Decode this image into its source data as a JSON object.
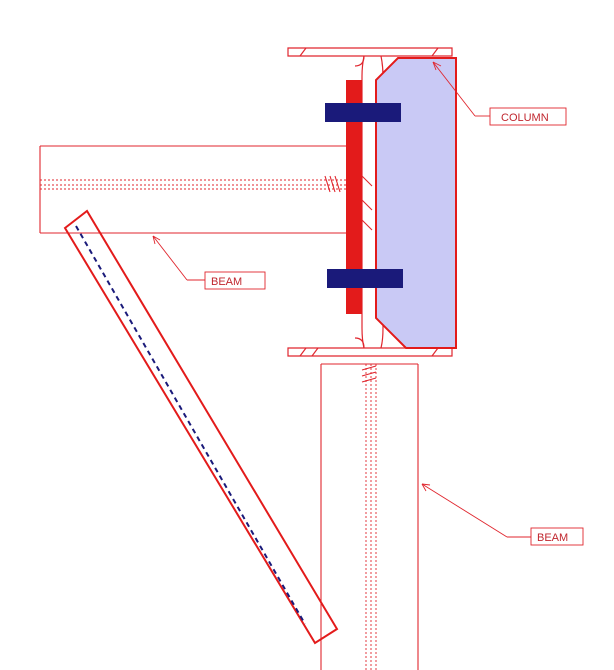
{
  "labels": {
    "column": "COLUMN",
    "beam_left": "BEAM",
    "beam_right": "BEAM"
  },
  "colors": {
    "line": "#e0262e",
    "thick_red": "#e31b1b",
    "column_fill": "#c9c9f5",
    "bolt_navy": "#1a1a7a",
    "dash_navy": "#1a1a7a"
  }
}
